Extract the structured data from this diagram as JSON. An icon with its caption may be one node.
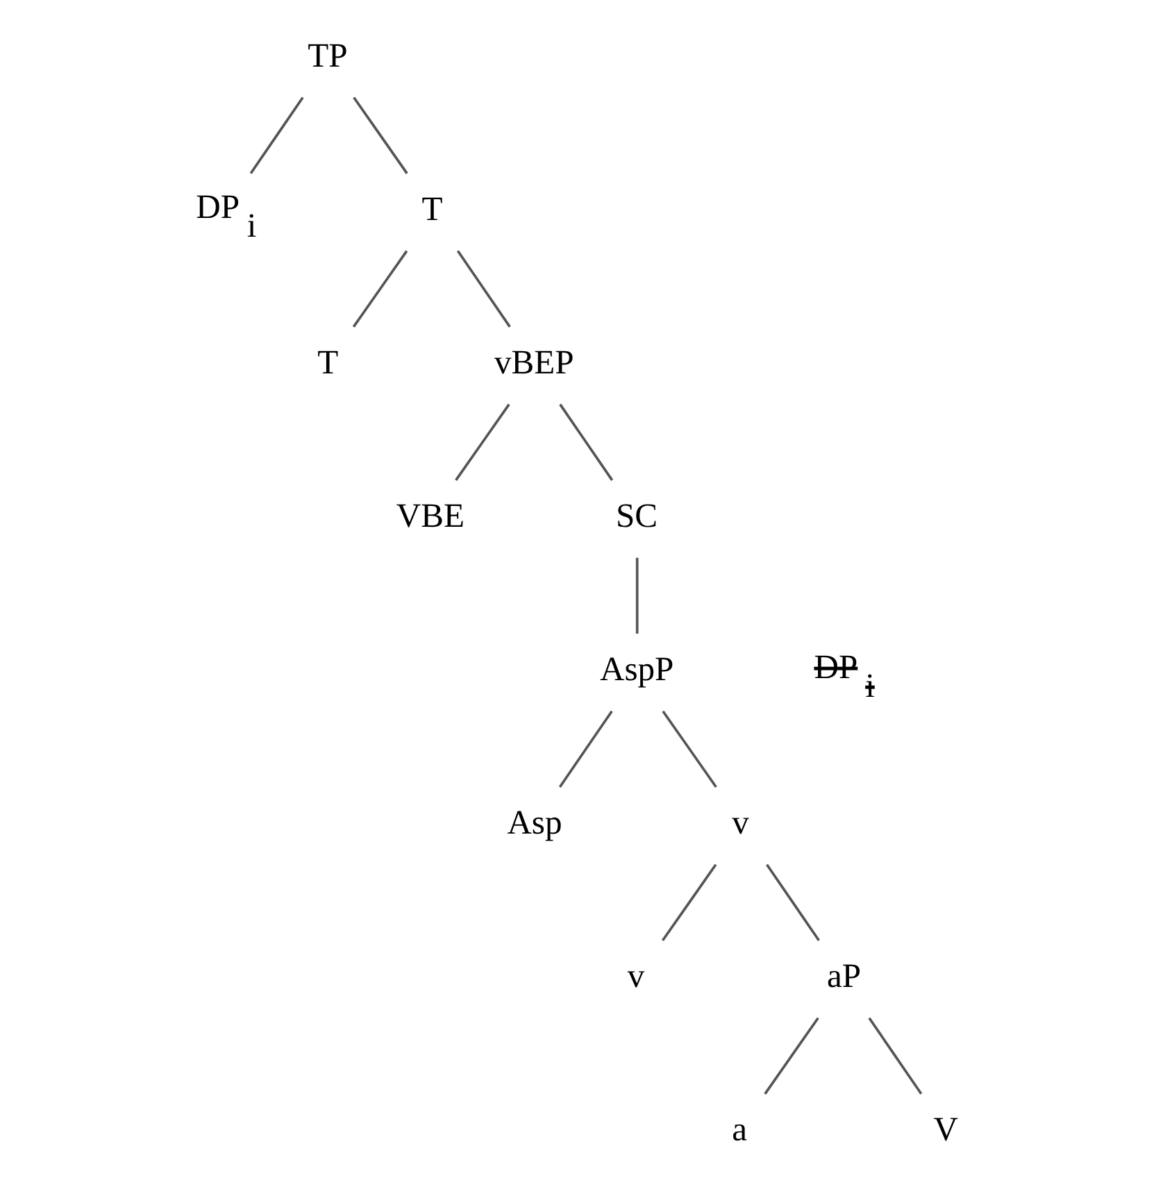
{
  "diagram": {
    "nodes": [
      {
        "text": [
          "TP"
        ]
      },
      {
        "text": [
          "DP $_{i}$"
        ]
      },
      {
        "text": [
          "T"
        ]
      },
      {
        "text": [
          "T"
        ]
      },
      {
        "text": [
          "vBEP"
        ]
      },
      {
        "text": [
          "VBE"
        ]
      },
      {
        "text": [
          "SC"
        ]
      },
      {
        "text": [
          "DP $_{i}$"
        ]
      },
      {
        "text": [
          "AspP"
        ]
      },
      {
        "text": [
          "Asp"
        ]
      },
      {
        "text": [
          "v"
        ]
      },
      {
        "text": [
          "v"
        ]
      },
      {
        "text": [
          "aP"
        ]
      },
      {
        "text": [
          "a"
        ]
      },
      {
        "text": [
          "V"
        ]
      }
    ],
    "edges": [
      {
        "from": 0,
        "to": 1,
        "arrow": "none"
      },
      {
        "from": 0,
        "to": 2,
        "arrow": "none"
      },
      {
        "from": 2,
        "to": 3,
        "arrow": "none"
      },
      {
        "from": 2,
        "to": 4,
        "arrow": "none"
      },
      {
        "from": 4,
        "to": 5,
        "arrow": "none"
      },
      {
        "from": 4,
        "to": 6,
        "arrow": "none"
      },
      {
        "from": 6,
        "to": 8,
        "arrow": "none"
      },
      {
        "from": 8,
        "to": 9,
        "arrow": "none"
      },
      {
        "from": 8,
        "to": 10,
        "arrow": "none"
      },
      {
        "from": 10,
        "to": 11,
        "arrow": "none"
      },
      {
        "from": 10,
        "to": 12,
        "arrow": "none"
      },
      {
        "from": 12,
        "to": 13,
        "arrow": "none"
      },
      {
        "from": 12,
        "to": 14,
        "arrow": "none"
      }
    ]
  }
}
